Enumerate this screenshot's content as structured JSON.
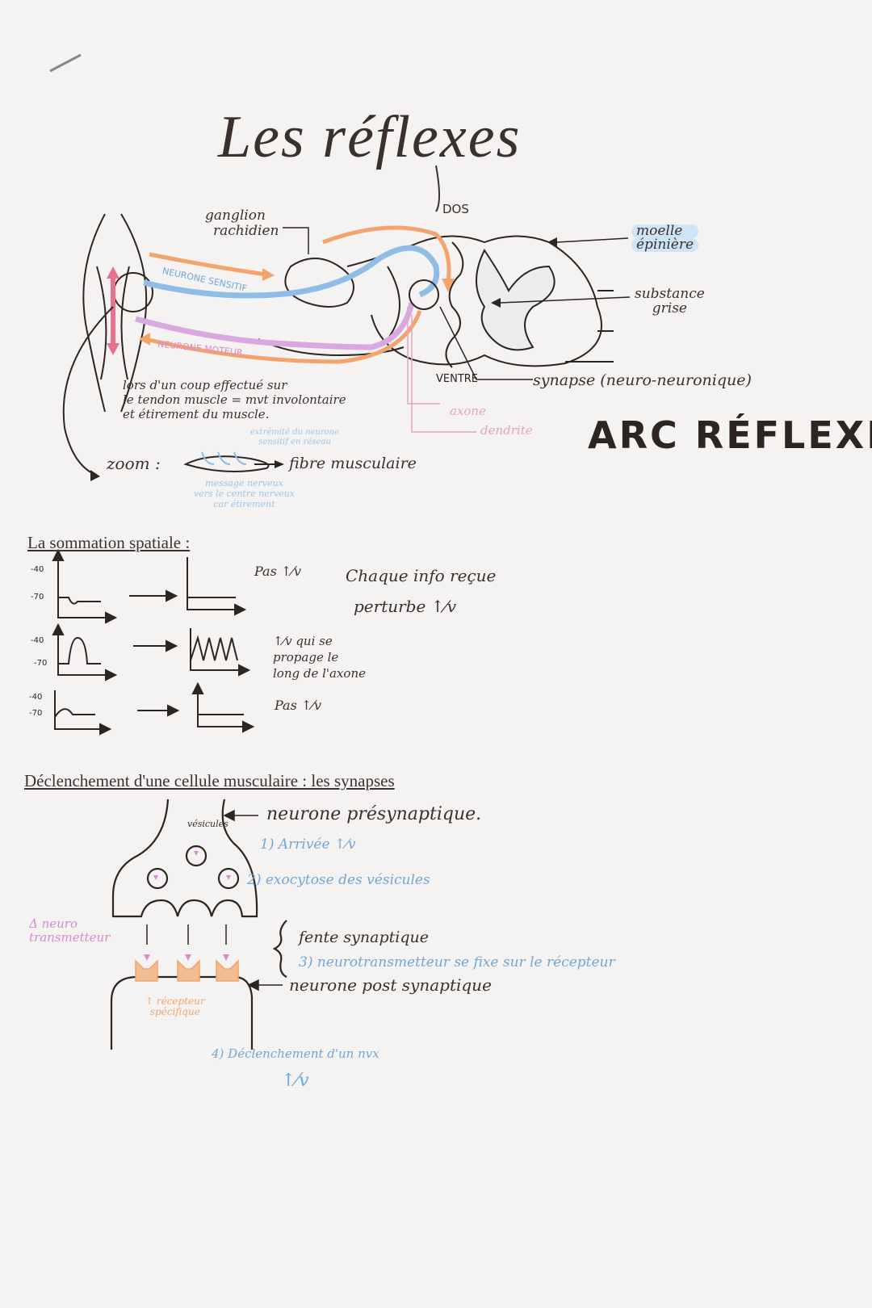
{
  "title": "Les réflexes",
  "diagram": {
    "dos": "DOS",
    "ventre": "VENTRE",
    "ganglion": [
      "ganglion",
      "rachidien"
    ],
    "moelle": [
      "moelle",
      "épinière"
    ],
    "substance": [
      "substance",
      "grise"
    ],
    "synapse": "synapse (neuro-neuronique)",
    "axone": "axone",
    "dendrite": "dendrite",
    "neurone_sensitif": "NEURONE SENSITIF",
    "neurone_moteur": "NEURONE MOTEUR",
    "note": [
      "lors d'un coup effectué sur",
      "le tendon muscle = mvt involontaire",
      "et étirement du muscle."
    ],
    "zoom": "zoom :",
    "extremite": [
      "extrémité du neurone",
      "sensitif en réseau"
    ],
    "fibre": "fibre musculaire",
    "message": [
      "message nerveux",
      "vers le centre nerveux",
      "car étirement"
    ],
    "arc_reflexe": "ARC RÉFLEXE"
  },
  "sommation": {
    "heading": "La sommation spatiale :",
    "row1_label": "Pas ↑⁄v",
    "row1_note": [
      "Chaque info reçue",
      "perturbe ↑⁄v"
    ],
    "row2_label": [
      "↑⁄v qui se",
      "propage le",
      "long de l'axone"
    ],
    "row3_label": "Pas ↑⁄v",
    "ticks": [
      "-40",
      "-70"
    ]
  },
  "synapses": {
    "heading": "Déclenchement d'une cellule musculaire : les synapses",
    "vesicules": "vésicules",
    "pre": "neurone présynaptique.",
    "step1": "1) Arrivée ↑⁄v",
    "step2": "2) exocytose des vésicules",
    "fente": "fente synaptique",
    "step3": "3) neurotransmetteur se fixe sur le récepteur",
    "post": "neurone post synaptique",
    "neurotransmetteur": [
      "Δ neuro",
      "transmetteur"
    ],
    "recepteur": [
      "↑ récepteur",
      "spécifique"
    ],
    "step4": "4) Déclenchement d'un nvx",
    "step4b": "↑⁄v"
  }
}
